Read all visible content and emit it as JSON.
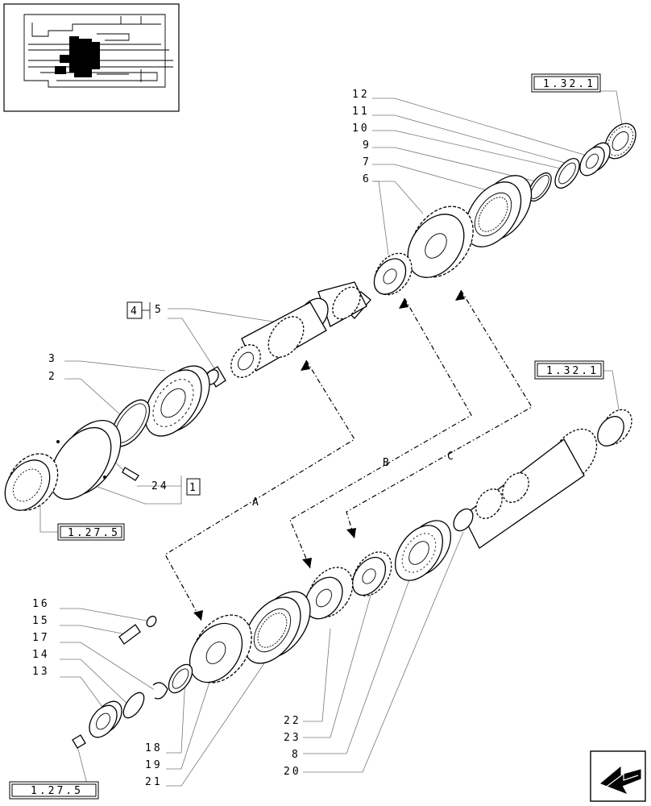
{
  "refs": {
    "ref_1_32_1_top": "1.32.1",
    "ref_1_32_1_right": "1.32.1",
    "ref_1_27_5_left": "1.27.5",
    "ref_1_27_5_bottom": "1.27.5",
    "box_4": "4",
    "box_1": "1"
  },
  "sections": {
    "a": "A",
    "b": "B",
    "c": "C"
  },
  "callouts": {
    "c12": "12",
    "c11": "11",
    "c10": "10",
    "c9": "9",
    "c7": "7",
    "c6": "6",
    "c5": "5",
    "c3": "3",
    "c2": "2",
    "c24": "24",
    "c16": "16",
    "c15": "15",
    "c17": "17",
    "c14": "14",
    "c13": "13",
    "c18": "18",
    "c19": "19",
    "c21": "21",
    "c22": "22",
    "c23": "23",
    "c8": "8",
    "c20": "20"
  },
  "icons": {
    "overview": "transmission-locator-thumbnail",
    "nav": "arrow-back-icon"
  }
}
